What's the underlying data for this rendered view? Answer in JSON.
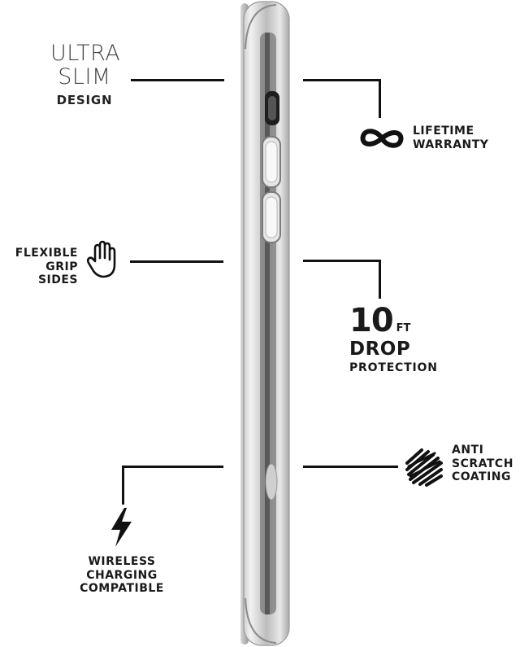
{
  "features": {
    "ultra_slim": {
      "line1": "ULTRA",
      "line2": "SLIM",
      "line3": "DESIGN"
    },
    "lifetime": {
      "line1": "LIFETIME",
      "line2": "WARRANTY"
    },
    "grip": {
      "line1": "FLEXIBLE",
      "line2": "GRIP SIDES"
    },
    "drop": {
      "number": "10",
      "unit": "FT",
      "line2": "DROP",
      "line3": "PROTECTION"
    },
    "scratch": {
      "line1": "ANTI",
      "line2": "SCRATCH",
      "line3": "COATING"
    },
    "wireless": {
      "line1": "WIRELESS",
      "line2": "CHARGING",
      "line3": "COMPATIBLE"
    }
  },
  "icons": [
    "infinity-icon",
    "hand-icon",
    "scribble-icon",
    "lightning-icon"
  ]
}
